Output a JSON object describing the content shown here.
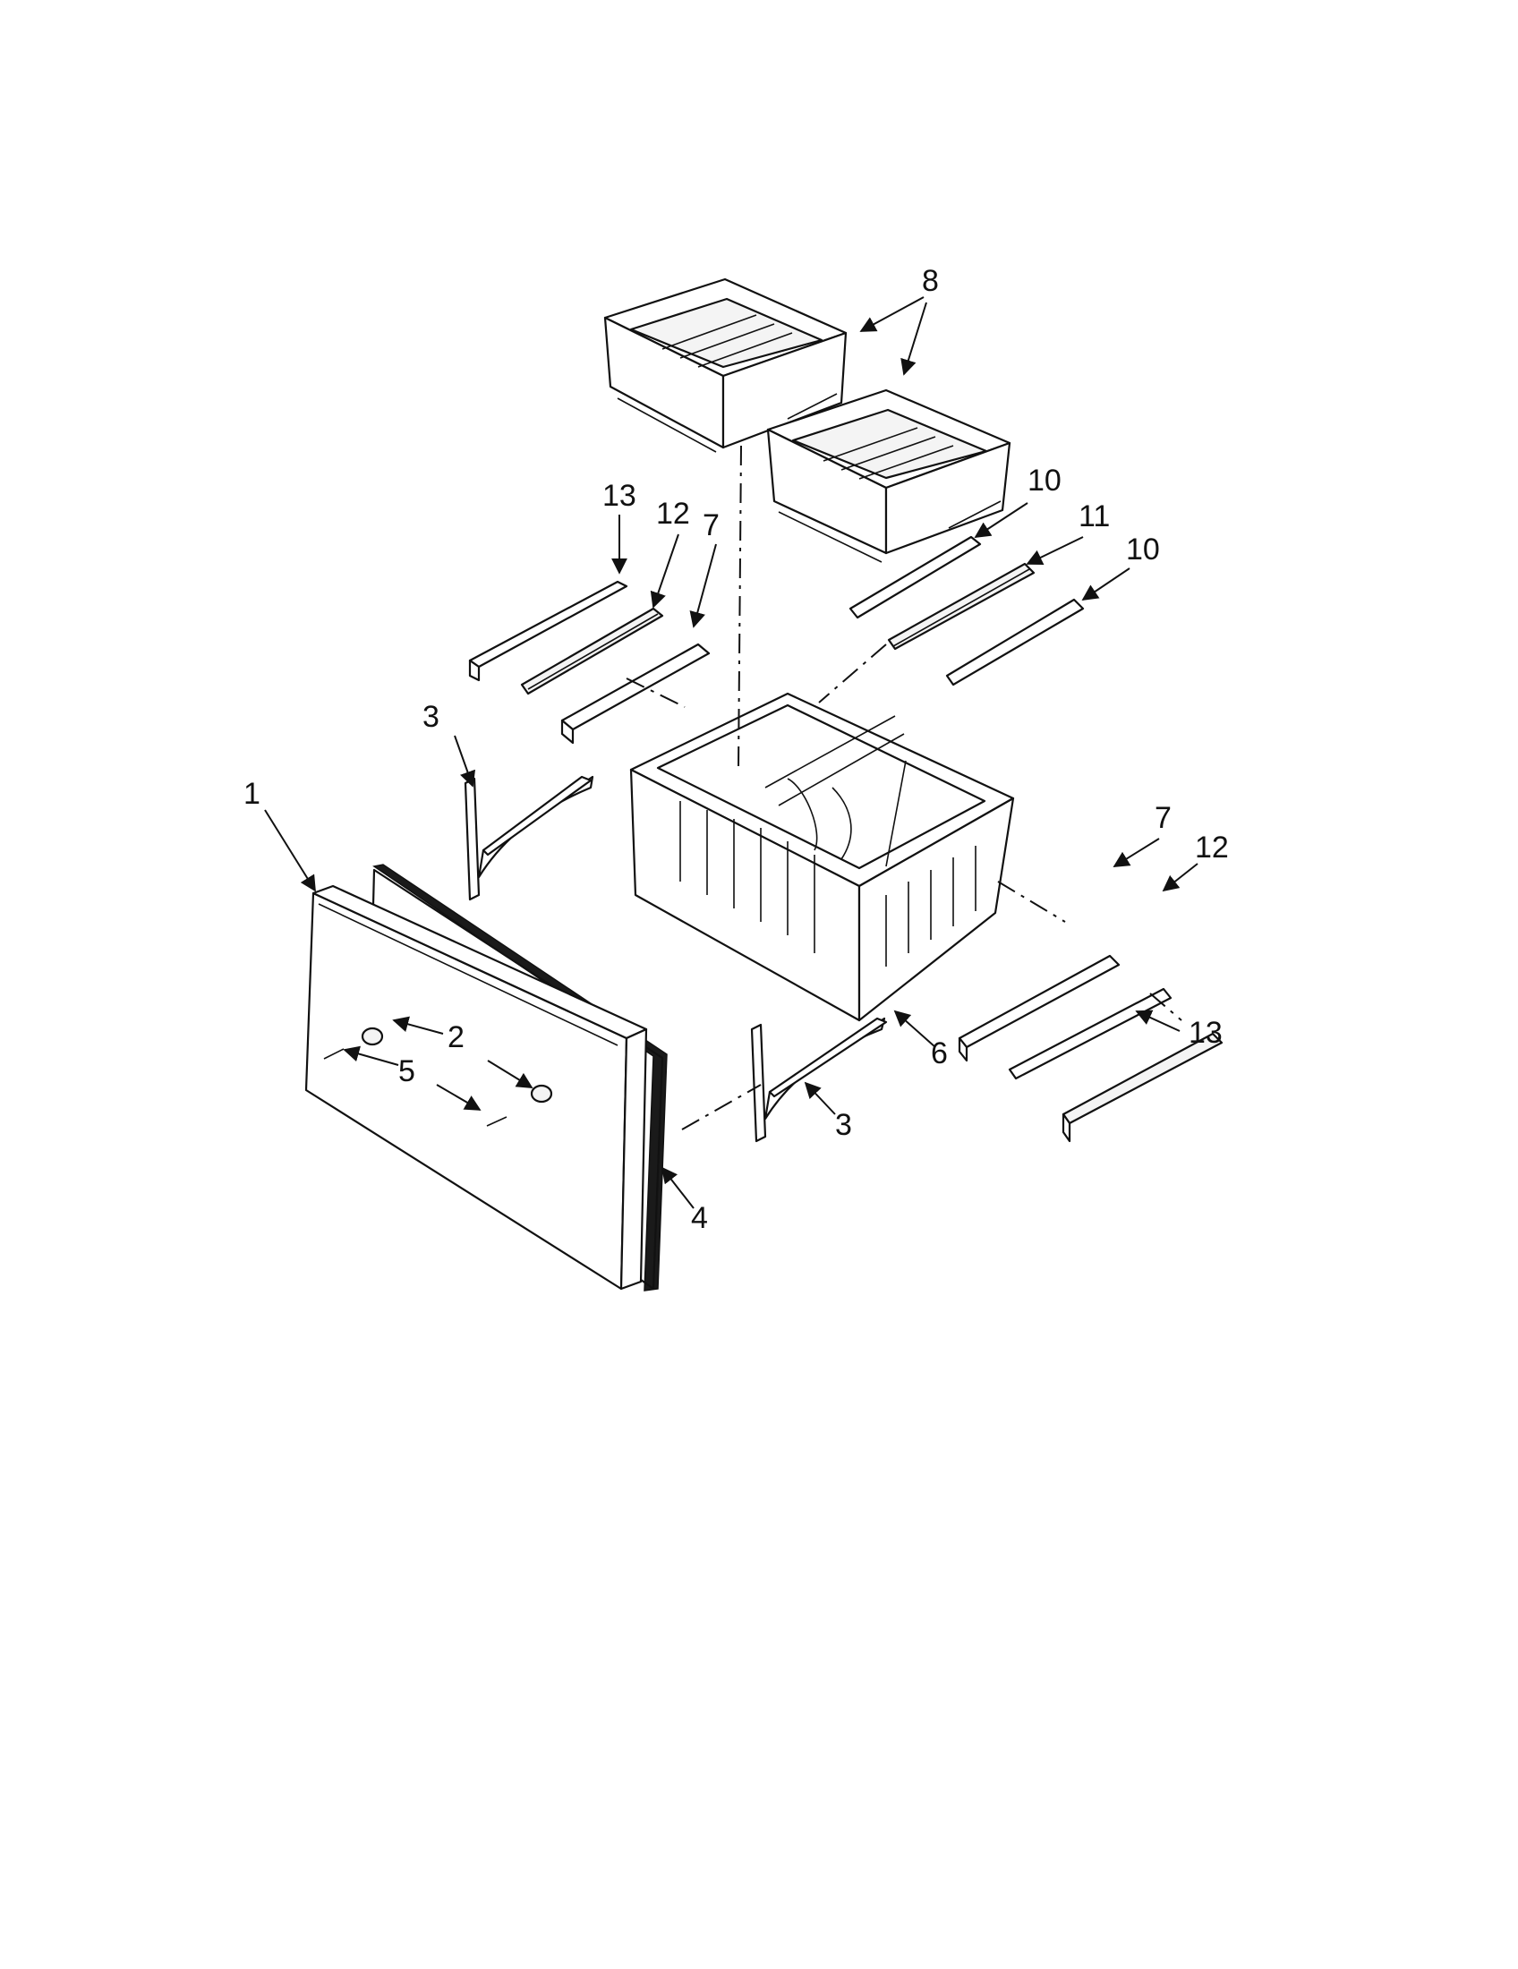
{
  "callouts": [
    {
      "id": "c1",
      "label": "1"
    },
    {
      "id": "c2",
      "label": "2"
    },
    {
      "id": "c3a",
      "label": "3"
    },
    {
      "id": "c3b",
      "label": "3"
    },
    {
      "id": "c4",
      "label": "4"
    },
    {
      "id": "c5",
      "label": "5"
    },
    {
      "id": "c6",
      "label": "6"
    },
    {
      "id": "c7a",
      "label": "7"
    },
    {
      "id": "c7b",
      "label": "7"
    },
    {
      "id": "c8",
      "label": "8"
    },
    {
      "id": "c10a",
      "label": "10"
    },
    {
      "id": "c10b",
      "label": "10"
    },
    {
      "id": "c11",
      "label": "11"
    },
    {
      "id": "c12a",
      "label": "12"
    },
    {
      "id": "c12b",
      "label": "12"
    },
    {
      "id": "c13a",
      "label": "13"
    },
    {
      "id": "c13b",
      "label": "13"
    }
  ]
}
